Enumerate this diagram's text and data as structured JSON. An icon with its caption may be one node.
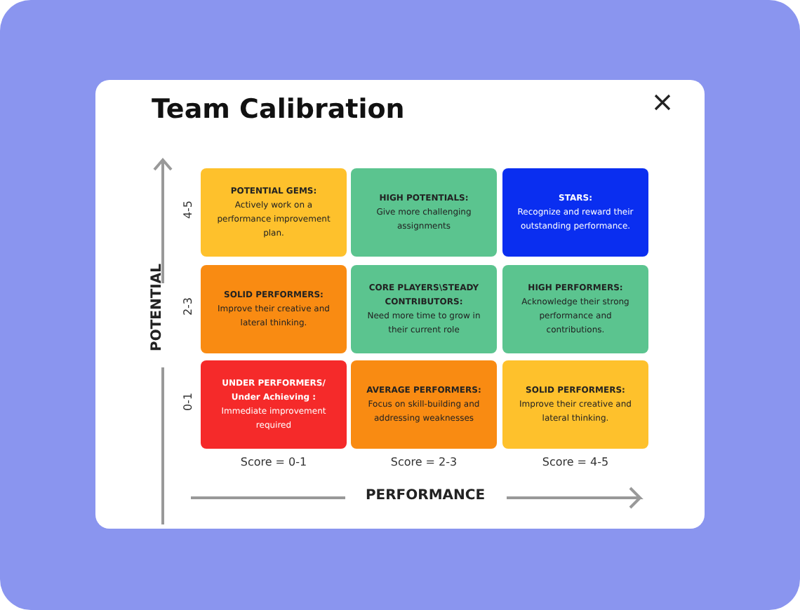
{
  "diagram": {
    "title": "Team Calibration",
    "nodes": [
      {
        "text": [
          "POTENTIAL GEMS:",
          "Actively work on a performance improvement plan."
        ]
      },
      {
        "text": [
          "HIGH POTENTIALS:",
          "Give more challenging assignments"
        ]
      },
      {
        "text": [
          "STARS:",
          "Recognize and reward their outstanding performance."
        ]
      },
      {
        "text": [
          "SOLID PERFORMERS:",
          "Improve their creative and lateral thinking."
        ]
      },
      {
        "text": [
          "CORE PLAYERS\\STEADY CONTRIBUTORS:",
          "Need more time to grow in their current role"
        ]
      },
      {
        "text": [
          "HIGH PERFORMERS:",
          "Acknowledge their strong performance and contributions."
        ]
      },
      {
        "text": [
          "UNDER PERFORMERS/ Under Achieving :",
          "Immediate improvement required"
        ]
      },
      {
        "text": [
          "AVERAGE PERFORMERS:",
          "Focus on skill-building and addressing weaknesses"
        ]
      },
      {
        "text": [
          "SOLID PERFORMERS:",
          "Improve their creative and lateral thinking."
        ]
      }
    ],
    "edges": [],
    "labels": [
      "POTENTIAL",
      "4-5",
      "2-3",
      "0-1",
      "Score = 0-1",
      "Score = 2-3",
      "Score = 4-5",
      "PERFORMANCE"
    ]
  }
}
